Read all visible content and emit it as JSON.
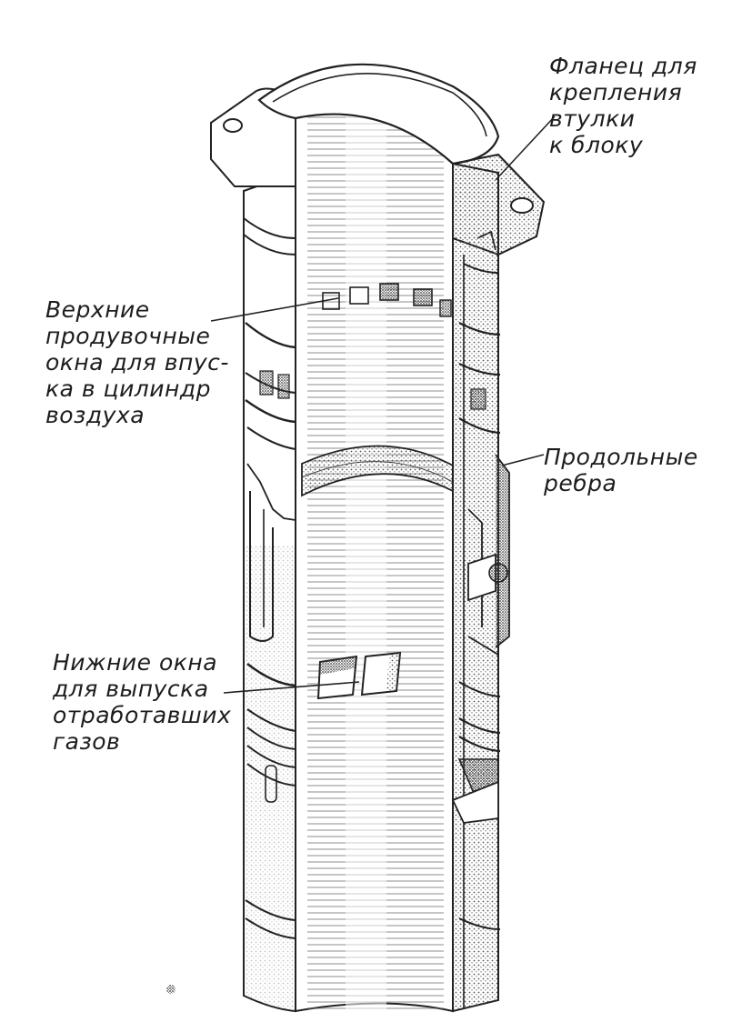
{
  "labels": {
    "flange": [
      "Фланец для",
      "крепления",
      "втулки",
      "к блоку"
    ],
    "upper_windows": [
      "Верхние",
      "продувочные",
      "окна для впус-",
      "ка в цилиндр",
      "воздуха"
    ],
    "ribs": [
      "Продольные",
      "ребра"
    ],
    "lower_windows": [
      "Нижние окна",
      "для выпуска",
      "отработавших",
      "газов"
    ]
  }
}
